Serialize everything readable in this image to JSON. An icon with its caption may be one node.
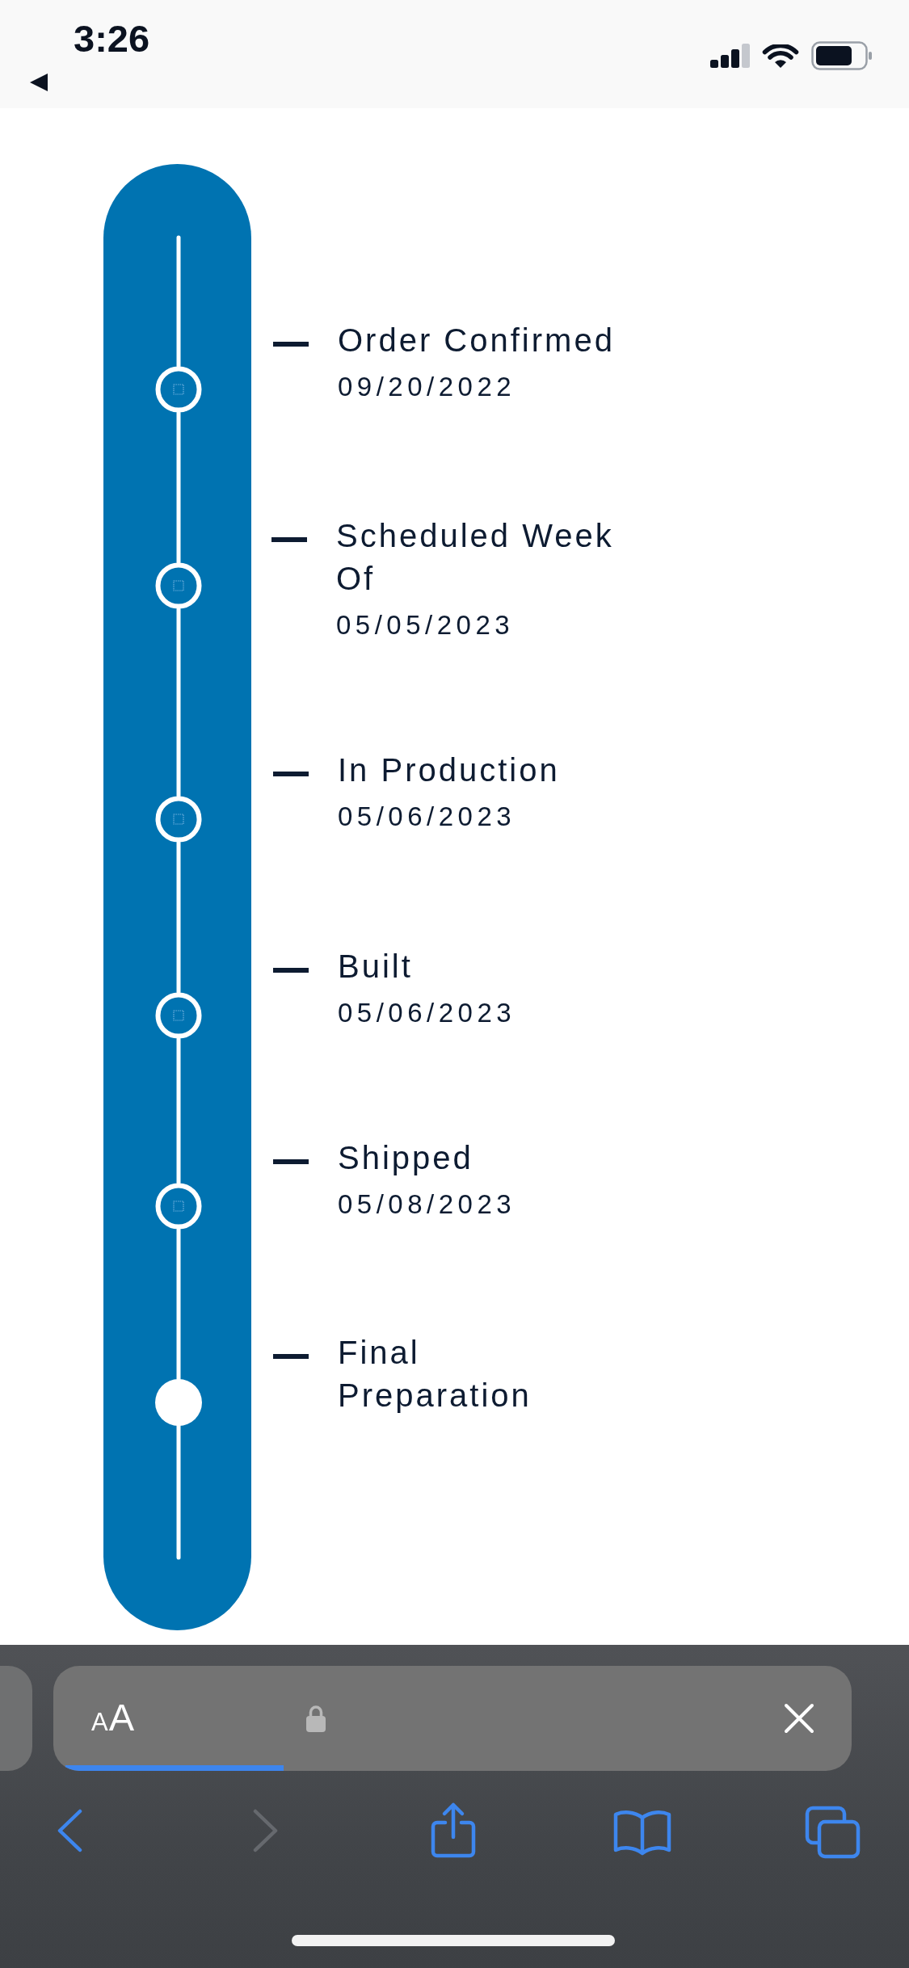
{
  "diagram": {
    "nodes": [
      {
        "text": [
          "Order Confirmed",
          "09/20/2022"
        ]
      },
      {
        "text": [
          "Scheduled Week Of",
          "05/05/2023"
        ]
      },
      {
        "text": [
          "In Production",
          "05/06/2023"
        ]
      },
      {
        "text": [
          "Built",
          "05/06/2023"
        ]
      },
      {
        "text": [
          "Shipped",
          "05/08/2023"
        ]
      },
      {
        "text": [
          "Final Preparation"
        ]
      },
      {
        "text": [],
        "shape": "circle"
      },
      {
        "text": [],
        "shape": "circle"
      },
      {
        "text": [],
        "shape": "circle"
      },
      {
        "text": [],
        "shape": "circle"
      },
      {
        "text": [],
        "shape": "circle"
      },
      {
        "text": [],
        "shape": "dot"
      }
    ],
    "edges": [
      {
        "from": null,
        "to": 6,
        "arrow": "none"
      },
      {
        "from": 6,
        "to": 7,
        "arrow": "none"
      },
      {
        "from": 7,
        "to": 8,
        "arrow": "none"
      },
      {
        "from": 8,
        "to": 9,
        "arrow": "none"
      },
      {
        "from": 9,
        "to": 10,
        "arrow": "none"
      },
      {
        "from": 10,
        "to": 11,
        "arrow": "none"
      },
      {
        "from": 11,
        "to": null,
        "arrow": "none"
      }
    ],
    "labels": [
      "3:26",
      "AA"
    ]
  }
}
